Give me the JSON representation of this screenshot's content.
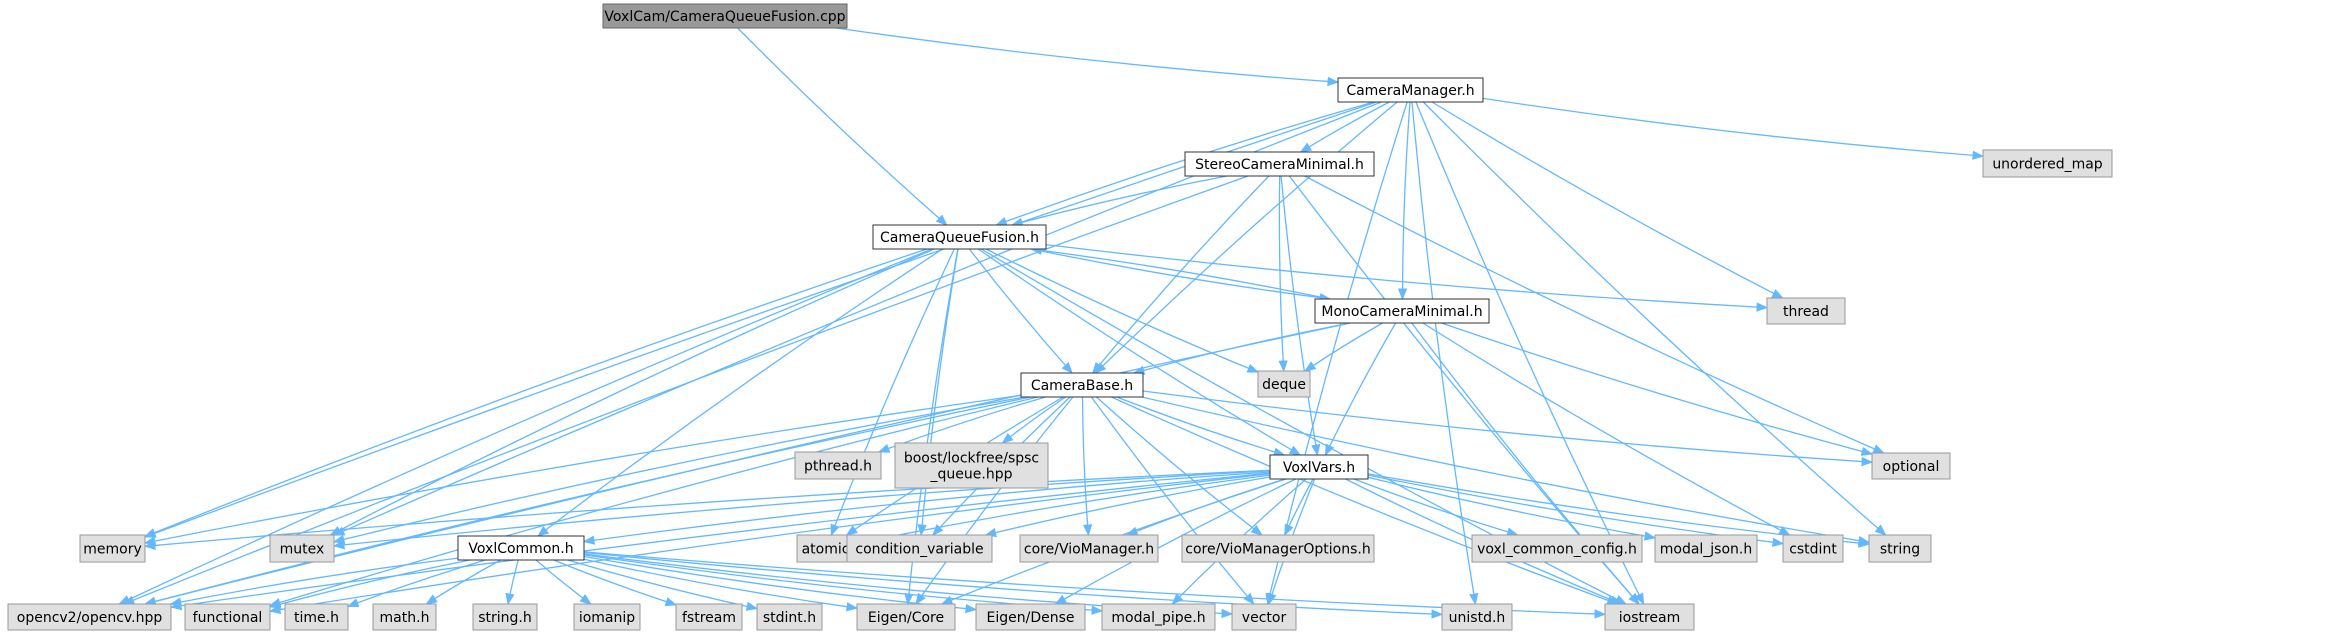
{
  "colors": {
    "edge": "#63b8ff",
    "root_fill": "#999999",
    "header_fill": "#ffffff",
    "system_fill": "#e0e0e0"
  },
  "graph": {
    "nodes": [
      {
        "id": "root",
        "kind": "root",
        "lines": [
          "VoxlCam/CameraQueueFusion.cpp"
        ]
      },
      {
        "id": "cameramanager",
        "kind": "file",
        "lines": [
          "CameraManager.h"
        ]
      },
      {
        "id": "stereo",
        "kind": "file",
        "lines": [
          "StereoCameraMinimal.h"
        ]
      },
      {
        "id": "cqf",
        "kind": "file",
        "lines": [
          "CameraQueueFusion.h"
        ]
      },
      {
        "id": "mono",
        "kind": "file",
        "lines": [
          "MonoCameraMinimal.h"
        ]
      },
      {
        "id": "camerabase",
        "kind": "file",
        "lines": [
          "CameraBase.h"
        ]
      },
      {
        "id": "voxlvars",
        "kind": "file",
        "lines": [
          "VoxlVars.h"
        ]
      },
      {
        "id": "voxlcommon",
        "kind": "file",
        "lines": [
          "VoxlCommon.h"
        ]
      },
      {
        "id": "unordered_map",
        "kind": "sys",
        "lines": [
          "unordered_map"
        ]
      },
      {
        "id": "thread",
        "kind": "sys",
        "lines": [
          "thread"
        ]
      },
      {
        "id": "deque",
        "kind": "sys",
        "lines": [
          "deque"
        ]
      },
      {
        "id": "optional",
        "kind": "sys",
        "lines": [
          "optional"
        ]
      },
      {
        "id": "pthread",
        "kind": "sys",
        "lines": [
          "pthread.h"
        ]
      },
      {
        "id": "boost",
        "kind": "sys",
        "lines": [
          "boost/lockfree/spsc",
          "_queue.hpp"
        ]
      },
      {
        "id": "memory",
        "kind": "sys",
        "lines": [
          "memory"
        ]
      },
      {
        "id": "mutex",
        "kind": "sys",
        "lines": [
          "mutex"
        ]
      },
      {
        "id": "atomic",
        "kind": "sys",
        "lines": [
          "atomic"
        ]
      },
      {
        "id": "condvar",
        "kind": "sys",
        "lines": [
          "condition_variable"
        ]
      },
      {
        "id": "viomgr",
        "kind": "sys",
        "lines": [
          "core/VioManager.h"
        ]
      },
      {
        "id": "viomgropt",
        "kind": "sys",
        "lines": [
          "core/VioManagerOptions.h"
        ]
      },
      {
        "id": "vcc",
        "kind": "sys",
        "lines": [
          "voxl_common_config.h"
        ]
      },
      {
        "id": "modaljson",
        "kind": "sys",
        "lines": [
          "modal_json.h"
        ]
      },
      {
        "id": "cstdint",
        "kind": "sys",
        "lines": [
          "cstdint"
        ]
      },
      {
        "id": "string",
        "kind": "sys",
        "lines": [
          "string"
        ]
      },
      {
        "id": "opencv",
        "kind": "sys",
        "lines": [
          "opencv2/opencv.hpp"
        ]
      },
      {
        "id": "functional",
        "kind": "sys",
        "lines": [
          "functional"
        ]
      },
      {
        "id": "timeh",
        "kind": "sys",
        "lines": [
          "time.h"
        ]
      },
      {
        "id": "mathh",
        "kind": "sys",
        "lines": [
          "math.h"
        ]
      },
      {
        "id": "stringh",
        "kind": "sys",
        "lines": [
          "string.h"
        ]
      },
      {
        "id": "iomanip",
        "kind": "sys",
        "lines": [
          "iomanip"
        ]
      },
      {
        "id": "fstream",
        "kind": "sys",
        "lines": [
          "fstream"
        ]
      },
      {
        "id": "stdinth",
        "kind": "sys",
        "lines": [
          "stdint.h"
        ]
      },
      {
        "id": "eigencore",
        "kind": "sys",
        "lines": [
          "Eigen/Core"
        ]
      },
      {
        "id": "eigendense",
        "kind": "sys",
        "lines": [
          "Eigen/Dense"
        ]
      },
      {
        "id": "modalpipe",
        "kind": "sys",
        "lines": [
          "modal_pipe.h"
        ]
      },
      {
        "id": "vector",
        "kind": "sys",
        "lines": [
          "vector"
        ]
      },
      {
        "id": "unistd",
        "kind": "sys",
        "lines": [
          "unistd.h"
        ]
      },
      {
        "id": "iostream",
        "kind": "sys",
        "lines": [
          "iostream"
        ]
      }
    ],
    "edges": [
      {
        "from": "root",
        "to": "cameramanager"
      },
      {
        "from": "root",
        "to": "cqf"
      },
      {
        "from": "cameramanager",
        "to": "stereo"
      },
      {
        "from": "cameramanager",
        "to": "cqf"
      },
      {
        "from": "cameramanager",
        "to": "mono"
      },
      {
        "from": "cameramanager",
        "to": "camerabase"
      },
      {
        "from": "cameramanager",
        "to": "unordered_map"
      },
      {
        "from": "cameramanager",
        "to": "thread"
      },
      {
        "from": "cameramanager",
        "to": "memory"
      },
      {
        "from": "cameramanager",
        "to": "mutex"
      },
      {
        "from": "cameramanager",
        "to": "string"
      },
      {
        "from": "cameramanager",
        "to": "vector"
      },
      {
        "from": "cameramanager",
        "to": "unistd"
      },
      {
        "from": "cameramanager",
        "to": "iostream"
      },
      {
        "from": "stereo",
        "to": "cqf"
      },
      {
        "from": "stereo",
        "to": "camerabase"
      },
      {
        "from": "stereo",
        "to": "voxlvars"
      },
      {
        "from": "stereo",
        "to": "deque"
      },
      {
        "from": "stereo",
        "to": "optional"
      },
      {
        "from": "stereo",
        "to": "opencv"
      },
      {
        "from": "stereo",
        "to": "iostream"
      },
      {
        "from": "cqf",
        "to": "mono"
      },
      {
        "from": "cqf",
        "to": "camerabase"
      },
      {
        "from": "cqf",
        "to": "voxlvars"
      },
      {
        "from": "cqf",
        "to": "voxlcommon"
      },
      {
        "from": "cqf",
        "to": "thread"
      },
      {
        "from": "cqf",
        "to": "deque"
      },
      {
        "from": "cqf",
        "to": "memory"
      },
      {
        "from": "cqf",
        "to": "mutex"
      },
      {
        "from": "cqf",
        "to": "atomic"
      },
      {
        "from": "cqf",
        "to": "condvar"
      },
      {
        "from": "cqf",
        "to": "opencv"
      },
      {
        "from": "cqf",
        "to": "eigencore"
      },
      {
        "from": "cqf",
        "to": "iostream"
      },
      {
        "from": "mono",
        "to": "cqf"
      },
      {
        "from": "mono",
        "to": "camerabase"
      },
      {
        "from": "mono",
        "to": "voxlvars"
      },
      {
        "from": "mono",
        "to": "deque"
      },
      {
        "from": "mono",
        "to": "optional"
      },
      {
        "from": "mono",
        "to": "cstdint"
      },
      {
        "from": "mono",
        "to": "opencv"
      },
      {
        "from": "mono",
        "to": "iostream"
      },
      {
        "from": "camerabase",
        "to": "voxlvars"
      },
      {
        "from": "camerabase",
        "to": "pthread"
      },
      {
        "from": "camerabase",
        "to": "boost"
      },
      {
        "from": "camerabase",
        "to": "optional"
      },
      {
        "from": "camerabase",
        "to": "memory"
      },
      {
        "from": "camerabase",
        "to": "mutex"
      },
      {
        "from": "camerabase",
        "to": "atomic"
      },
      {
        "from": "camerabase",
        "to": "condvar"
      },
      {
        "from": "camerabase",
        "to": "viomgr"
      },
      {
        "from": "camerabase",
        "to": "viomgropt"
      },
      {
        "from": "camerabase",
        "to": "string"
      },
      {
        "from": "camerabase",
        "to": "opencv"
      },
      {
        "from": "camerabase",
        "to": "functional"
      },
      {
        "from": "camerabase",
        "to": "eigencore"
      },
      {
        "from": "camerabase",
        "to": "vector"
      },
      {
        "from": "camerabase",
        "to": "iostream"
      },
      {
        "from": "voxlvars",
        "to": "voxlcommon"
      },
      {
        "from": "voxlvars",
        "to": "memory"
      },
      {
        "from": "voxlvars",
        "to": "mutex"
      },
      {
        "from": "voxlvars",
        "to": "atomic"
      },
      {
        "from": "voxlvars",
        "to": "condvar"
      },
      {
        "from": "voxlvars",
        "to": "viomgr"
      },
      {
        "from": "voxlvars",
        "to": "viomgropt"
      },
      {
        "from": "voxlvars",
        "to": "vcc"
      },
      {
        "from": "voxlvars",
        "to": "modaljson"
      },
      {
        "from": "voxlvars",
        "to": "cstdint"
      },
      {
        "from": "voxlvars",
        "to": "string"
      },
      {
        "from": "voxlvars",
        "to": "opencv"
      },
      {
        "from": "voxlvars",
        "to": "functional"
      },
      {
        "from": "voxlvars",
        "to": "eigencore"
      },
      {
        "from": "voxlvars",
        "to": "eigendense"
      },
      {
        "from": "voxlvars",
        "to": "modalpipe"
      },
      {
        "from": "voxlvars",
        "to": "vector"
      },
      {
        "from": "voxlvars",
        "to": "iostream"
      },
      {
        "from": "voxlcommon",
        "to": "opencv"
      },
      {
        "from": "voxlcommon",
        "to": "functional"
      },
      {
        "from": "voxlcommon",
        "to": "timeh"
      },
      {
        "from": "voxlcommon",
        "to": "mathh"
      },
      {
        "from": "voxlcommon",
        "to": "stringh"
      },
      {
        "from": "voxlcommon",
        "to": "iomanip"
      },
      {
        "from": "voxlcommon",
        "to": "fstream"
      },
      {
        "from": "voxlcommon",
        "to": "stdinth"
      },
      {
        "from": "voxlcommon",
        "to": "eigencore"
      },
      {
        "from": "voxlcommon",
        "to": "eigendense"
      },
      {
        "from": "voxlcommon",
        "to": "modalpipe"
      },
      {
        "from": "voxlcommon",
        "to": "vector"
      },
      {
        "from": "voxlcommon",
        "to": "unistd"
      },
      {
        "from": "voxlcommon",
        "to": "iostream"
      }
    ]
  }
}
